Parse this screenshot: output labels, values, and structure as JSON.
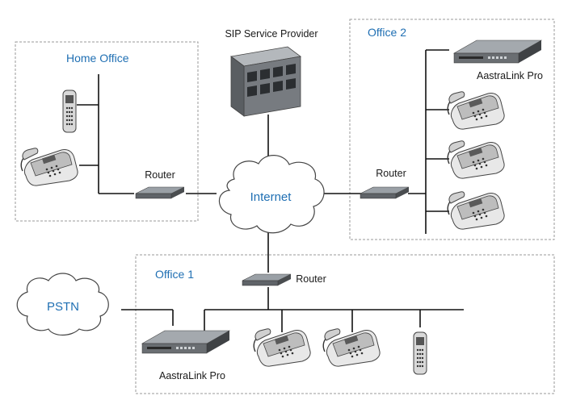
{
  "colors": {
    "title": "#1f6fb3",
    "cloud_text": "#1f6fb3",
    "line": "#111111",
    "box": "#9a9a9a",
    "device": "#5f6368"
  },
  "groups": {
    "home_office": "Home Office",
    "office_2": "Office 2",
    "office_1": "Office 1"
  },
  "labels": {
    "sip": "SIP Service Provider",
    "internet": "Internet",
    "pstn": "PSTN",
    "router": "Router",
    "aastralink": "AastraLink Pro"
  },
  "icons": {
    "building": "building-icon",
    "router": "router-icon",
    "gateway": "aastralink-pro-icon",
    "desk_phone": "desk-phone-icon",
    "cordless_phone": "cordless-phone-icon",
    "cloud": "cloud-icon"
  }
}
